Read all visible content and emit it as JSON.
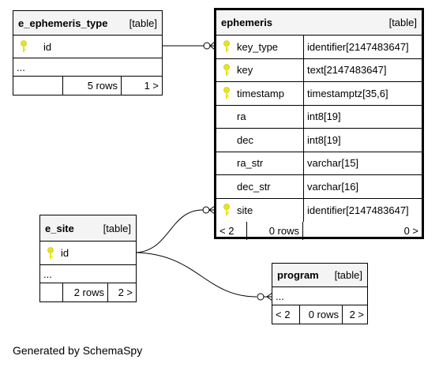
{
  "tables": {
    "e_ephemeris_type": {
      "name": "e_ephemeris_type",
      "kind": "[table]",
      "columns": [
        {
          "name": "id"
        }
      ],
      "ellipsis": "...",
      "rows": "5 rows",
      "children": "1 >"
    },
    "ephemeris": {
      "name": "ephemeris",
      "kind": "[table]",
      "columns": [
        {
          "name": "key_type",
          "type": "identifier[2147483647]",
          "key": true
        },
        {
          "name": "key",
          "type": "text[2147483647]",
          "key": true
        },
        {
          "name": "timestamp",
          "type": "timestamptz[35,6]",
          "key": true
        },
        {
          "name": "ra",
          "type": "int8[19]",
          "key": false
        },
        {
          "name": "dec",
          "type": "int8[19]",
          "key": false
        },
        {
          "name": "ra_str",
          "type": "varchar[15]",
          "key": false
        },
        {
          "name": "dec_str",
          "type": "varchar[16]",
          "key": false
        },
        {
          "name": "site",
          "type": "identifier[2147483647]",
          "key": true
        }
      ],
      "parents": "< 2",
      "rows": "0 rows",
      "children": "0 >"
    },
    "e_site": {
      "name": "e_site",
      "kind": "[table]",
      "columns": [
        {
          "name": "id"
        }
      ],
      "ellipsis": "...",
      "rows": "2 rows",
      "children": "2 >"
    },
    "program": {
      "name": "program",
      "kind": "[table]",
      "ellipsis": "...",
      "parents": "< 2",
      "rows": "0 rows",
      "children": "2 >"
    }
  },
  "footer": "Generated by SchemaSpy",
  "colors": {
    "key_icon": "#e6e619",
    "header_bg": "#f4f4f4"
  }
}
